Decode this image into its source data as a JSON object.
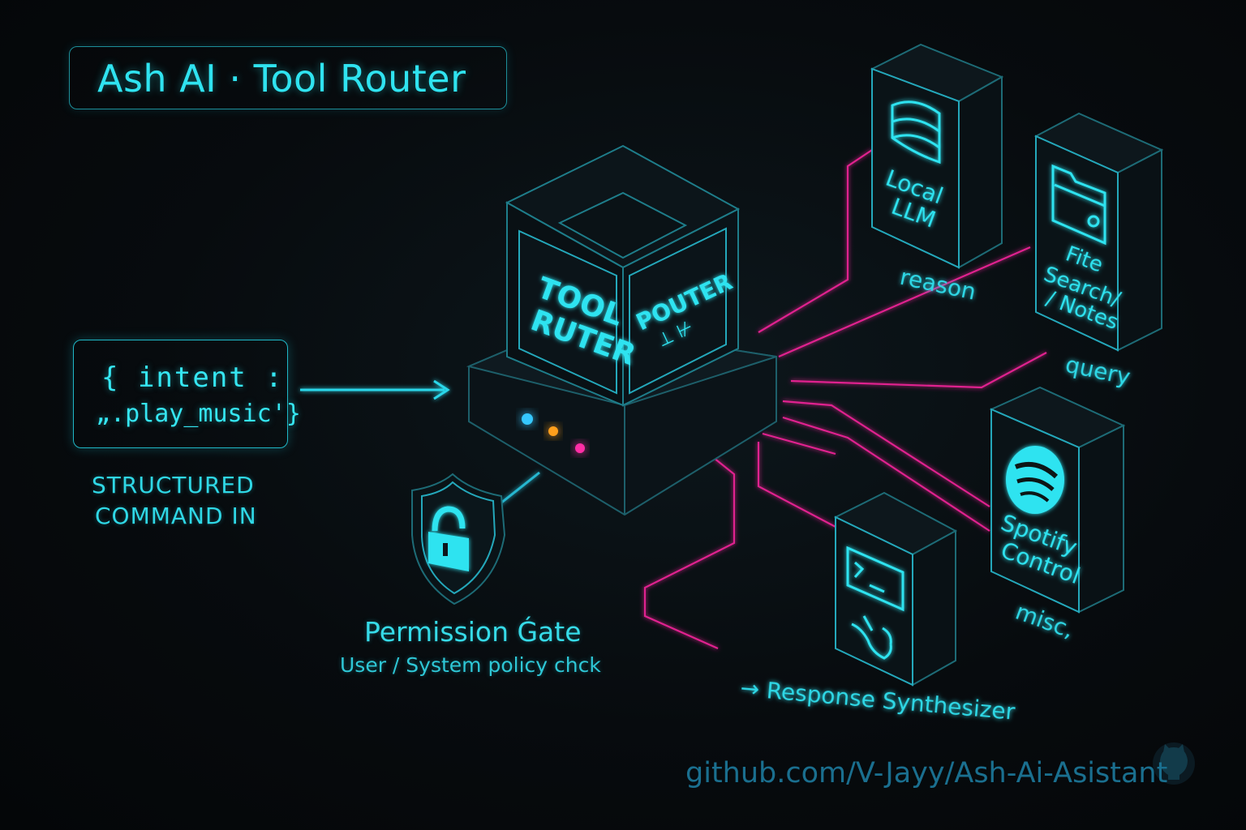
{
  "header": {
    "title": "Ash AI · Tool Router"
  },
  "input": {
    "code_line1": "{ intent :",
    "code_line2": "„.play_music'}",
    "caption_line1": "STRUCTURED",
    "caption_line2": "COMMAND IN"
  },
  "router": {
    "front_line1": "TOOL",
    "front_line2": "RUTER",
    "side_line1": "POUTER",
    "side_line2": "⊥ ⊬",
    "leds": [
      "#36c8ff",
      "#ff9f1c",
      "#ff2fa6"
    ]
  },
  "permission": {
    "title": "Permission Ǵate",
    "subtitle": "User / System policy chck"
  },
  "tools": {
    "llm": {
      "label_line1": "Local",
      "label_line2": "LLM",
      "edge_label": "reason",
      "icon": "database-icon"
    },
    "files": {
      "label_line1": "Fite",
      "label_line2": "Search/",
      "label_line3": "/ Notes",
      "edge_label": "query",
      "icon": "folder-icon"
    },
    "spotify": {
      "label_line1": "Spotify",
      "label_line2": "Control",
      "edge_label": "misc,",
      "icon": "spotify-icon"
    },
    "terminal": {
      "edge_label": "→ Response Synthesizer",
      "icon": "terminal-icon"
    }
  },
  "footer": {
    "link": "github.com/V-Jayy/Ash-Ai-Asistant",
    "icon": "github-icon"
  },
  "colors": {
    "cyan": "#2fe3f0",
    "magenta": "#ff2fa6",
    "background": "#070b0e"
  }
}
